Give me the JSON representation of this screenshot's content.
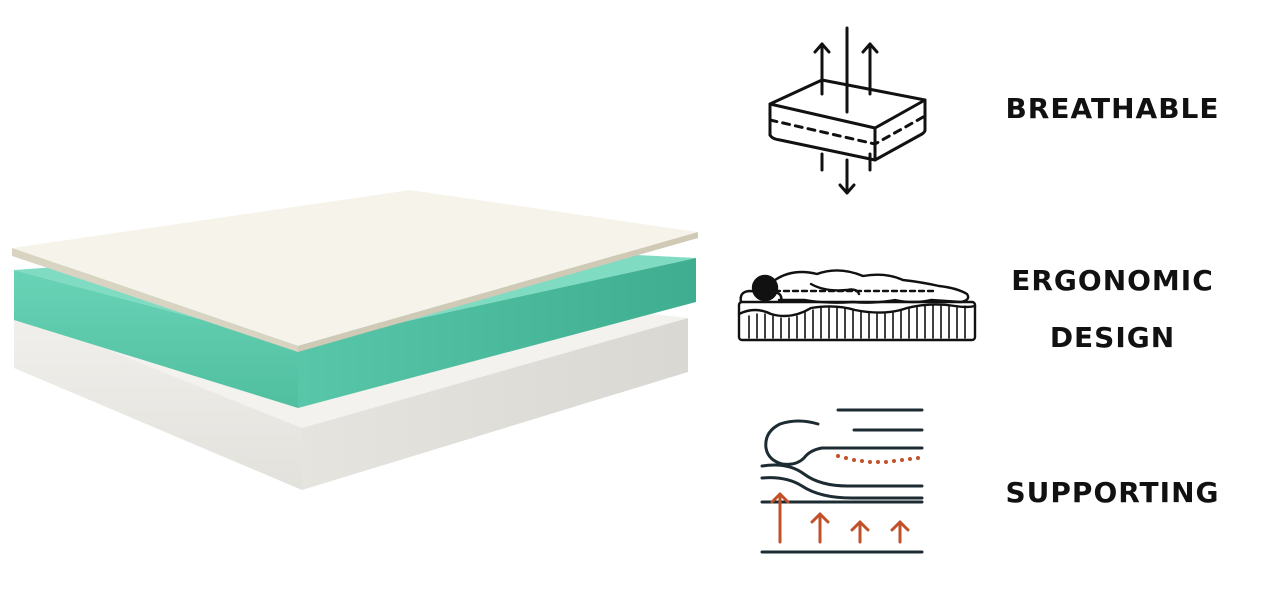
{
  "features": [
    {
      "id": "breathable",
      "lines": [
        "BREATHABLE"
      ],
      "icon": "breathable-airflow-icon"
    },
    {
      "id": "ergonomic",
      "lines": [
        "ERGONOMIC",
        "DESIGN"
      ],
      "icon": "sleeping-person-icon"
    },
    {
      "id": "supporting",
      "lines": [
        "SUPPORTING"
      ],
      "icon": "spine-support-icon"
    }
  ],
  "colors": {
    "top_layer": "#f6f4ea",
    "middle_layer": "#5dcaae",
    "base_layer": "#ebebe7",
    "text": "#111111",
    "support_accent": "#c2512a"
  }
}
